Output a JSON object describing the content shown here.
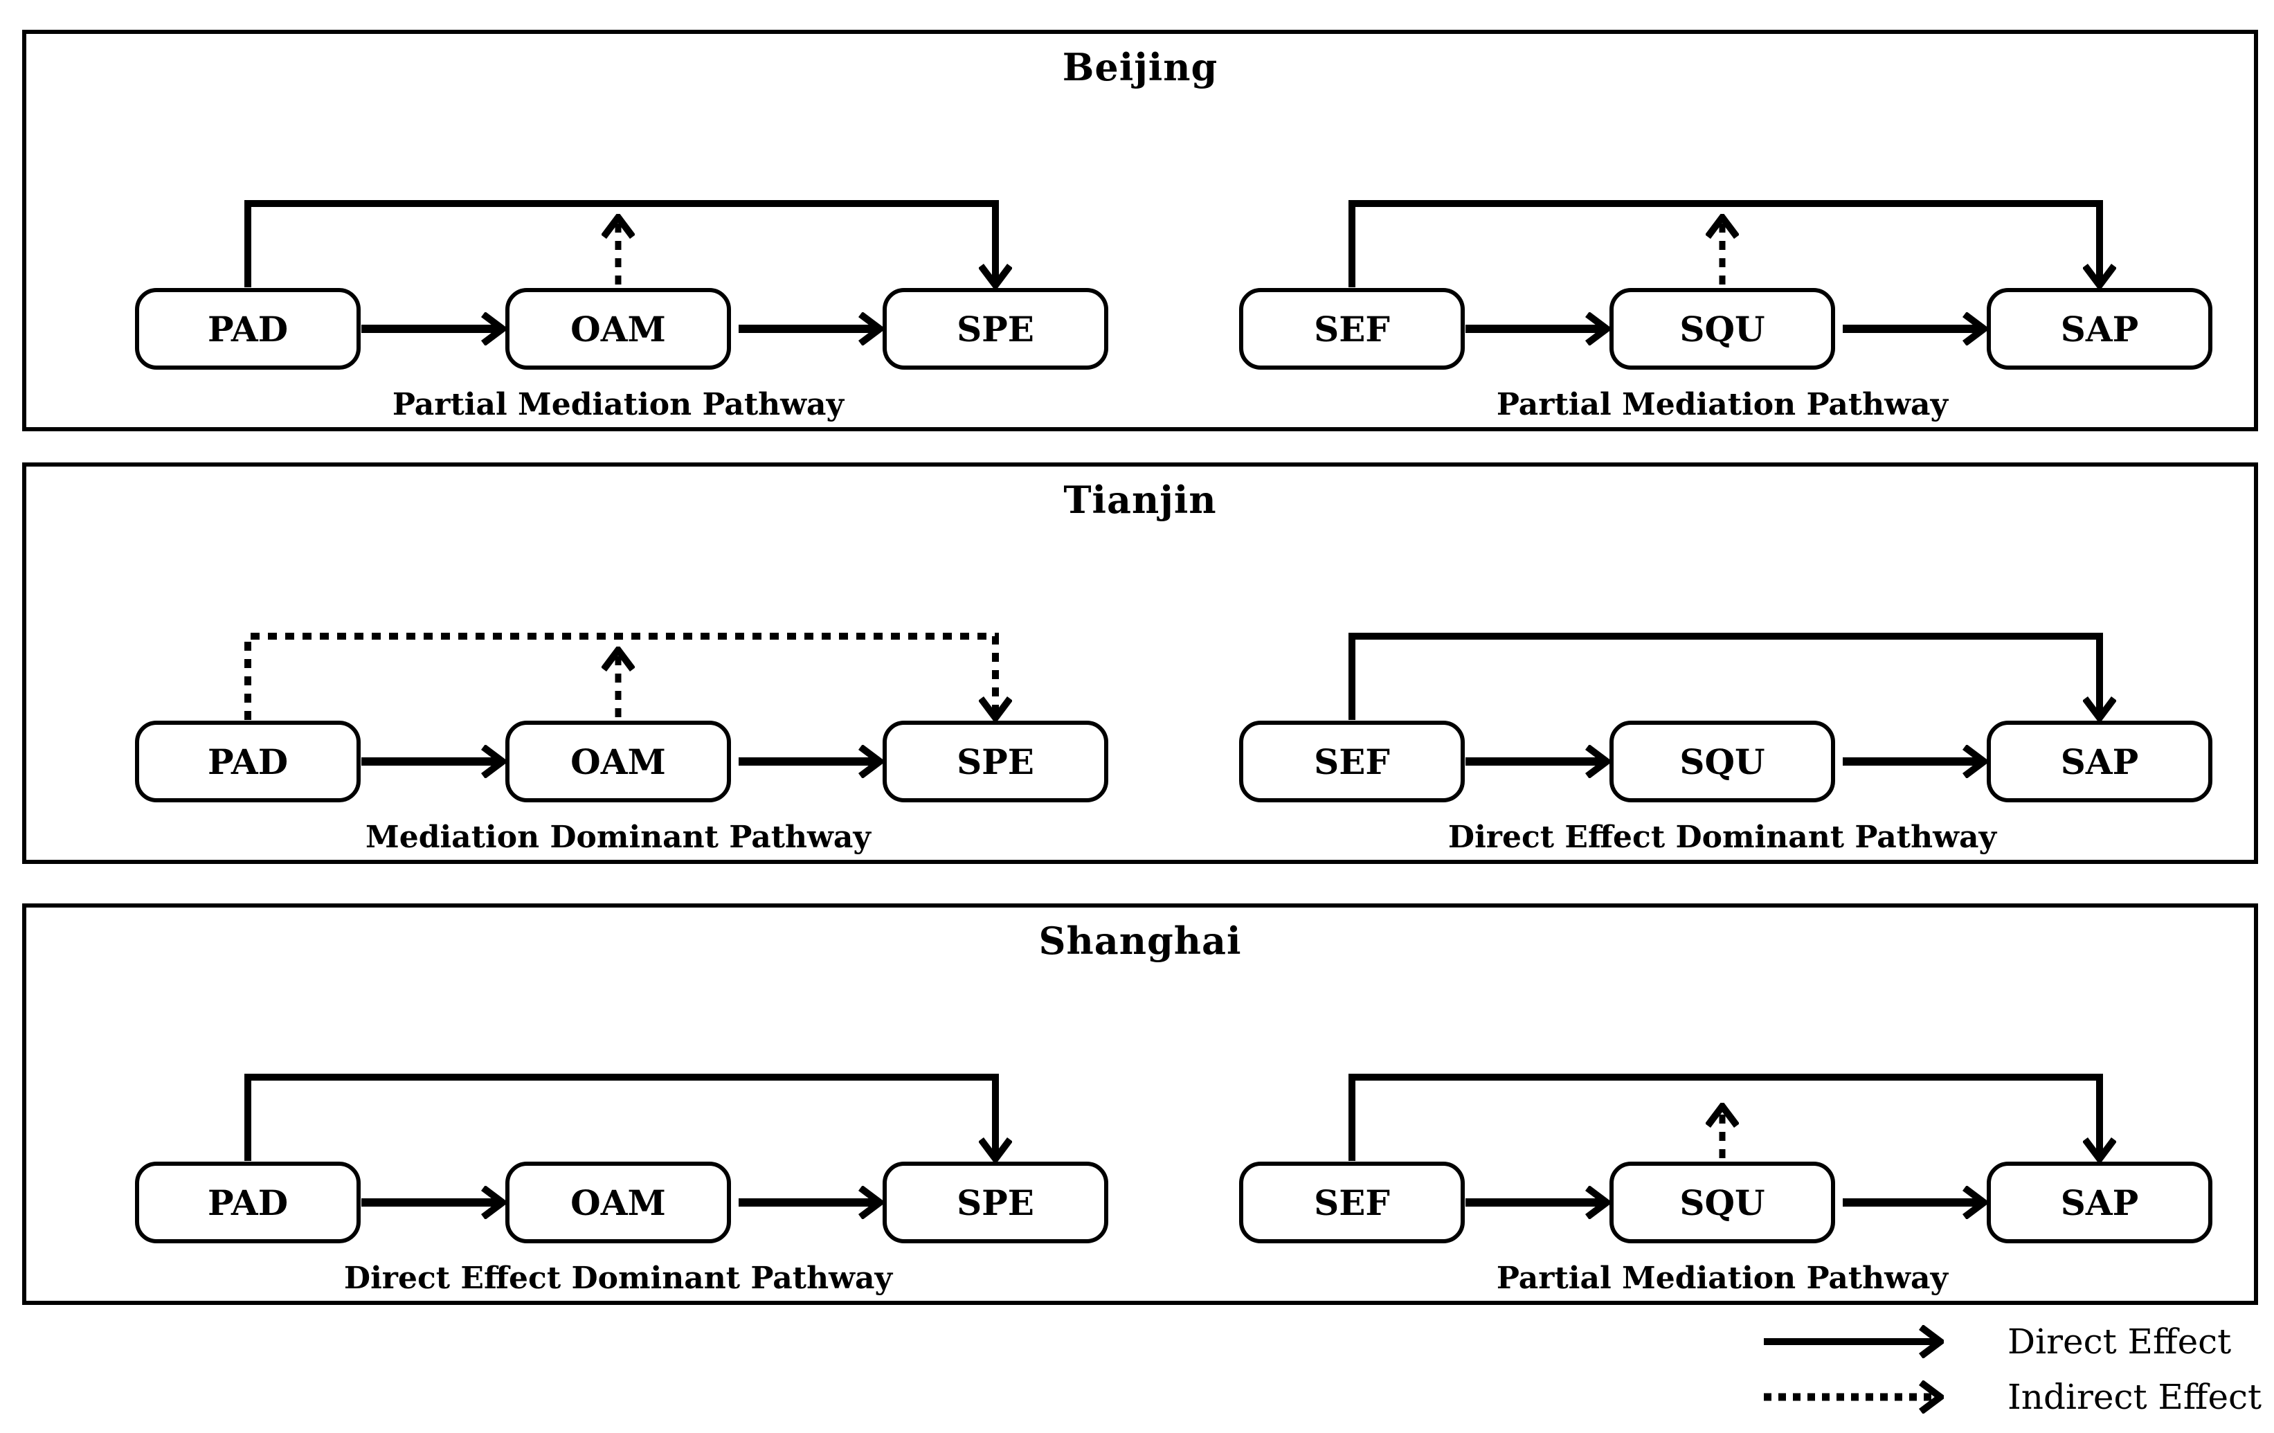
{
  "page": {
    "background": "#ffffff",
    "ink": "#000000"
  },
  "panels": [
    {
      "city": "Beijing",
      "left": {
        "nodes": [
          "PAD",
          "OAM",
          "SPE"
        ],
        "label": "Partial Mediation Pathway",
        "direct_effect_style": "solid",
        "has_mediation_arrow": true
      },
      "right": {
        "nodes": [
          "SEF",
          "SQU",
          "SAP"
        ],
        "label": "Partial Mediation Pathway",
        "direct_effect_style": "solid",
        "has_mediation_arrow": true
      }
    },
    {
      "city": "Tianjin",
      "left": {
        "nodes": [
          "PAD",
          "OAM",
          "SPE"
        ],
        "label": "Mediation Dominant Pathway",
        "direct_effect_style": "dashed",
        "has_mediation_arrow": true
      },
      "right": {
        "nodes": [
          "SEF",
          "SQU",
          "SAP"
        ],
        "label": "Direct Effect Dominant Pathway",
        "direct_effect_style": "solid",
        "has_mediation_arrow": false
      }
    },
    {
      "city": "Shanghai",
      "left": {
        "nodes": [
          "PAD",
          "OAM",
          "SPE"
        ],
        "label": "Direct Effect Dominant Pathway",
        "direct_effect_style": "solid",
        "has_mediation_arrow": false
      },
      "right": {
        "nodes": [
          "SEF",
          "SQU",
          "SAP"
        ],
        "label": "Partial Mediation Pathway",
        "direct_effect_style": "solid",
        "has_mediation_arrow": true
      }
    }
  ],
  "legend": {
    "items": [
      {
        "label": "Direct Effect",
        "style": "solid"
      },
      {
        "label": "Indirect Effect",
        "style": "dashed"
      }
    ]
  }
}
